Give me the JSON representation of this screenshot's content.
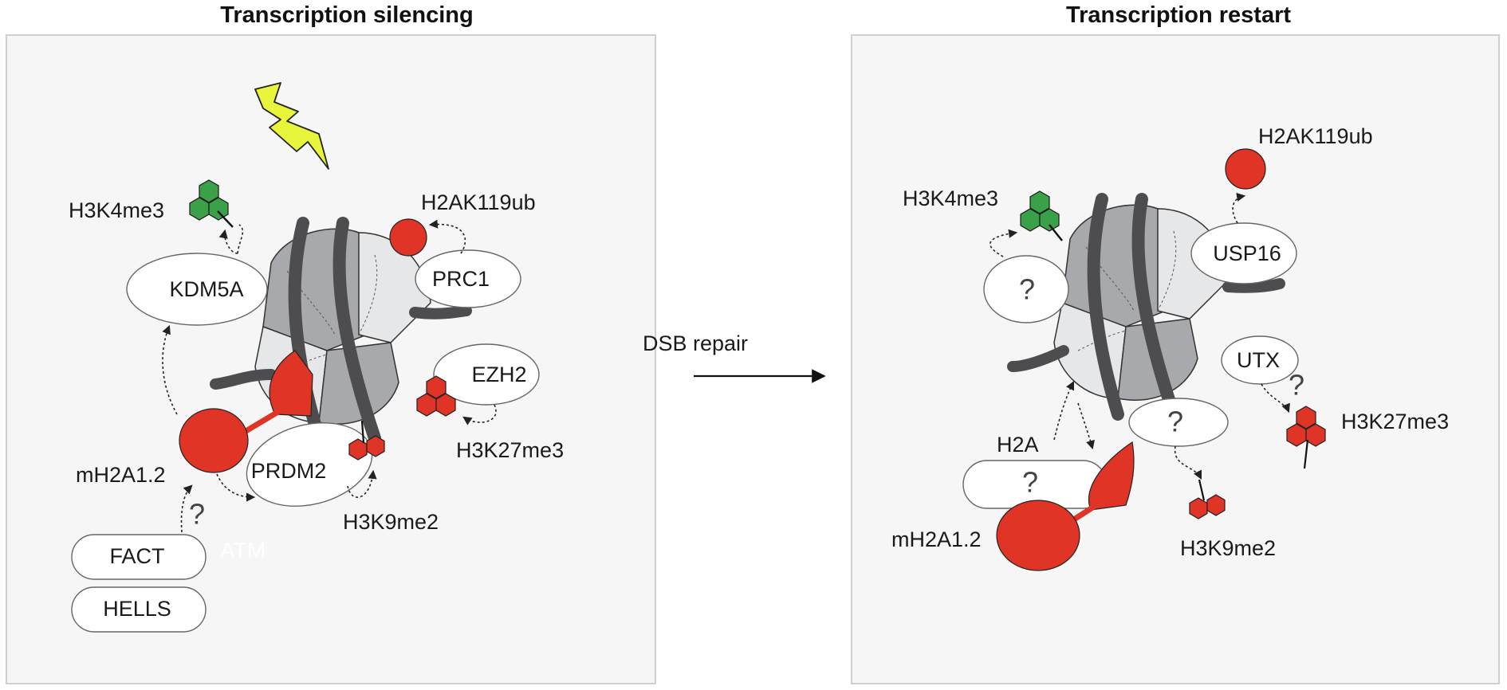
{
  "titles": {
    "left": "Transcription silencing",
    "right": "Transcription restart"
  },
  "center": {
    "arrow_label": "DSB repair"
  },
  "left_panel": {
    "labels": {
      "h3k4me3": "H3K4me3",
      "h2ak119ub": "H2AK119ub",
      "kdm5a": "KDM5A",
      "prc1": "PRC1",
      "ezh2": "EZH2",
      "h3k27me3": "H3K27me3",
      "prdm2": "PRDM2",
      "h3k9me2": "H3K9me2",
      "mh2a12": "mH2A1.2",
      "fact": "FACT",
      "hells": "HELLS",
      "atm": "ATM",
      "question": "?"
    }
  },
  "right_panel": {
    "labels": {
      "h3k4me3": "H3K4me3",
      "h2ak119ub": "H2AK119ub",
      "usp16": "USP16",
      "utx": "UTX",
      "h3k27me3": "H3K27me3",
      "h3k9me2": "H3K9me2",
      "h2a": "H2A",
      "mh2a12": "mH2A1.2",
      "question_left": "?",
      "question_middle": "?",
      "question_h2a": "?",
      "question_utx": "?"
    }
  },
  "colors": {
    "methyl_red": "#e03426",
    "h3k4_green": "#3aa149",
    "bolt_yellow": "#e8f53a",
    "panel_bg": "#f6f6f6",
    "histone_gray": "#a7a9ac",
    "dna_dark": "#4d4d4f"
  },
  "icons": [
    "lightning-bolt-icon",
    "nucleosome-icon",
    "hexagon-cluster-icon",
    "ubiquitin-circle-icon"
  ]
}
